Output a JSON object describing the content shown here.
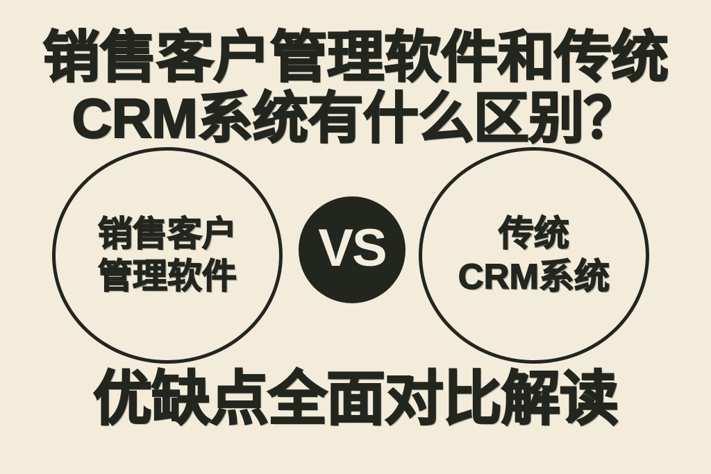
{
  "poster": {
    "background_color": "#f3ecdb",
    "ink_color": "#23261f",
    "badge_text_color": "#f4eee0",
    "headline": {
      "line_1": "销售客户管理软件和传统",
      "line_2": "CRM系统有什么区别？"
    },
    "comparison": {
      "left_bubble": {
        "line_1": "销售客户",
        "line_2": "管理软件"
      },
      "versus_badge": {
        "label": "VS"
      },
      "right_bubble": {
        "line_1": "传统",
        "line_2": "CRM系统"
      }
    },
    "footline": "优缺点全面对比解读"
  }
}
